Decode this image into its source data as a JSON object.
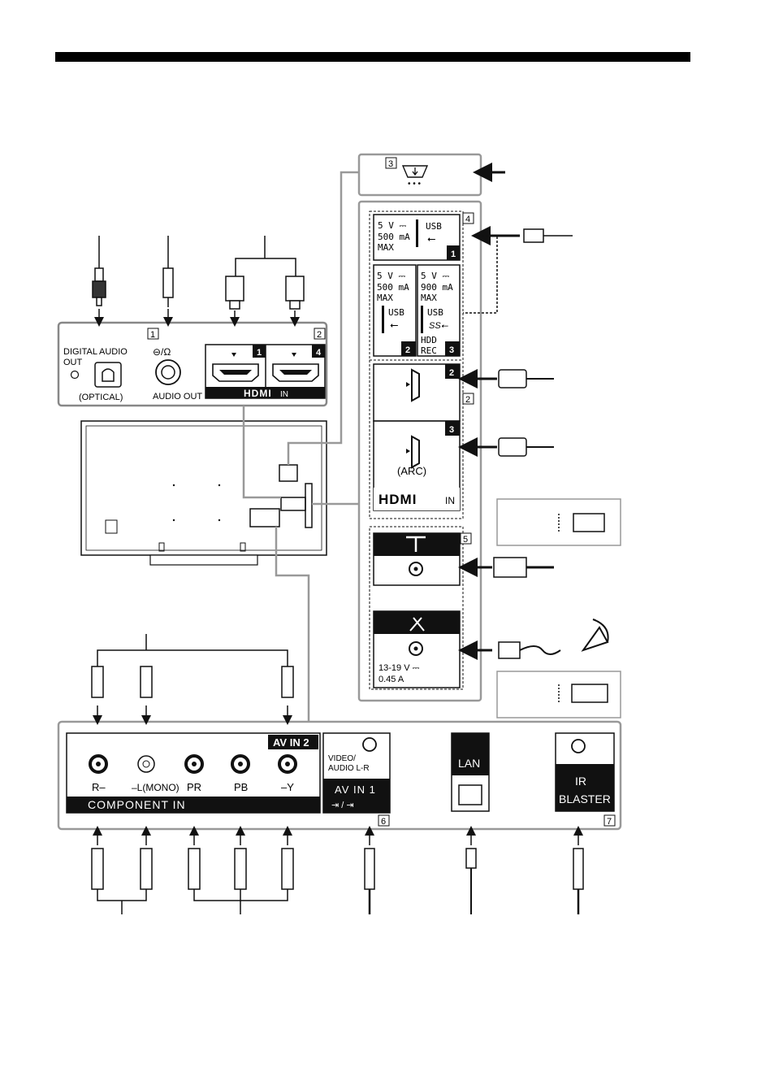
{
  "top_bar_color": "#000000",
  "callouts": [
    "1",
    "2",
    "3",
    "4",
    "5",
    "6",
    "7"
  ],
  "digital_audio": {
    "line1": "DIGITAL AUDIO",
    "line2": "OUT",
    "sub": "(OPTICAL)"
  },
  "audio_out": {
    "label": "AUDIO OUT",
    "symbol": "⊖/Ω"
  },
  "hdmi_left": {
    "port1": "1",
    "port4": "4",
    "logo": "HDMI",
    "in": "IN"
  },
  "usb": {
    "usb1": {
      "power": [
        "5 V ⎓",
        "500 mA",
        "MAX"
      ],
      "label": "USB",
      "num": "1"
    },
    "usb2": {
      "power": [
        "5 V ⎓",
        "500 mA",
        "MAX"
      ],
      "label": "USB",
      "num": "2"
    },
    "usb3": {
      "power": [
        "5 V ⎓",
        "900 mA",
        "MAX"
      ],
      "label": "USB",
      "extra": [
        "HDD",
        "REC"
      ],
      "num": "3"
    }
  },
  "hdmi_right": {
    "port2": "2",
    "port3": "3",
    "arc": "(ARC)",
    "logo": "HDMI",
    "in": "IN"
  },
  "sat": {
    "voltage": "13-19 V ⎓",
    "current": "0.45 A"
  },
  "component": {
    "labels": [
      "R–",
      "–L(MONO)",
      "PR",
      "PB",
      "–Y"
    ],
    "footer": "COMPONENT IN",
    "av_in2": "AV IN 2"
  },
  "av_in1": {
    "top": [
      "VIDEO/",
      "AUDIO L-R"
    ],
    "label": "AV IN 1"
  },
  "lan": {
    "label": "LAN"
  },
  "ir": {
    "line1": "IR",
    "line2": "BLASTER"
  }
}
